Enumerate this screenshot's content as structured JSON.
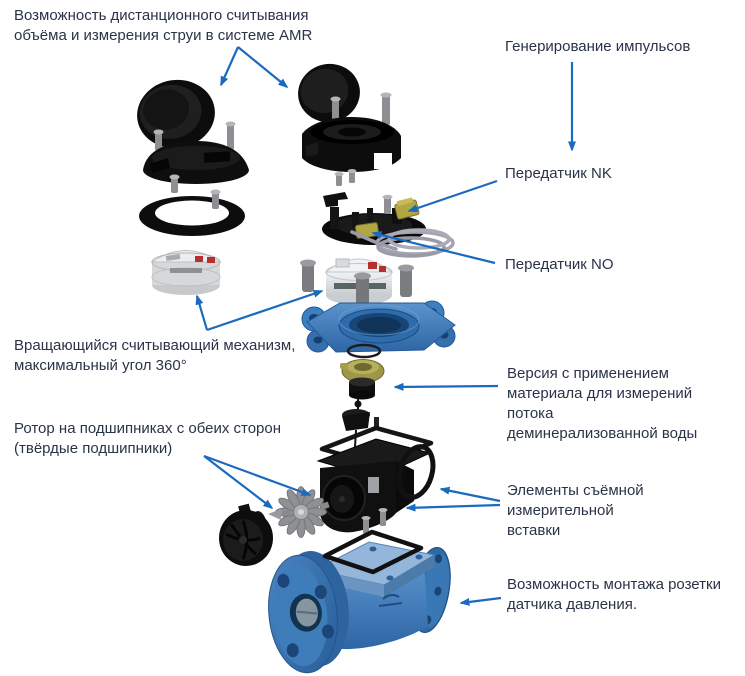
{
  "diagram": {
    "title_hint": "exploded view of a Woltman water meter",
    "labels": {
      "amr_reading": "Возможность дистанционного считывания\nобъёма и измерения струи в системе AMR",
      "pulse_generation": "Генерирование импульсов",
      "transmitter_nk": "Передатчик NK",
      "transmitter_no": "Передатчик NO",
      "rotating_register": "Вращающийся считывающий механизм,\nмаксимальный угол 360°",
      "rotor_bearings": "Ротор на подшипниках с обеих сторон\n(твёрдые подшипники)",
      "demineralized_version": "Версия с применением\nматериала для измерений потока\nдеминерализованной воды",
      "insert_elements": "Элементы съёмной измерительной\nвставки",
      "pressure_socket": "Возможность монтажа розетки\nдатчика давления."
    },
    "parts": [
      "register-lid",
      "register-cover",
      "locking-ring",
      "register-capsule",
      "pulse-transmitter-module",
      "cable-coil",
      "mechanism-flange",
      "o-ring",
      "demineralized-cap",
      "magnet-cylinder",
      "spindle",
      "measuring-insert-frame",
      "measuring-insert-housing",
      "insert-o-ring",
      "rotor-turbine",
      "rotor-end-cap",
      "body-gasket",
      "meter-body"
    ],
    "colors": {
      "arrow": "#1a6ac0",
      "text": "#2a3348",
      "body_blue": "#3a78b8",
      "flange_blue": "#3c80c4",
      "olive_cap": "#9d9747",
      "sensor_yellow": "#b1a544",
      "cable_gray": "#a3a4b0",
      "part_black": "#0e0e0e",
      "capsule_gray": "#dfe2e6"
    }
  }
}
